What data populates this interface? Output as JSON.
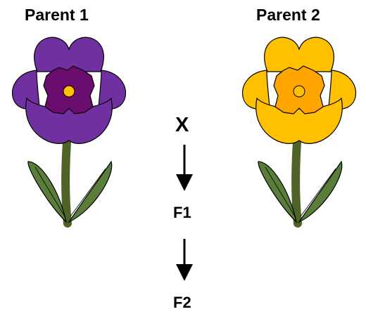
{
  "parents": [
    {
      "label": "Parent 1",
      "flower_color": "purple",
      "colors": {
        "petal": "#7030A0",
        "center": "#6A0D6E",
        "dot": "#FFC000"
      }
    },
    {
      "label": "Parent 2",
      "flower_color": "yellow",
      "colors": {
        "petal": "#FFC000",
        "center": "#FFA500",
        "dot": "#FFC000"
      }
    }
  ],
  "cross_symbol": "X",
  "generations": [
    "F1",
    "F2"
  ],
  "stem_color": "#4F6228",
  "leaf_color": "#5A7D3A"
}
